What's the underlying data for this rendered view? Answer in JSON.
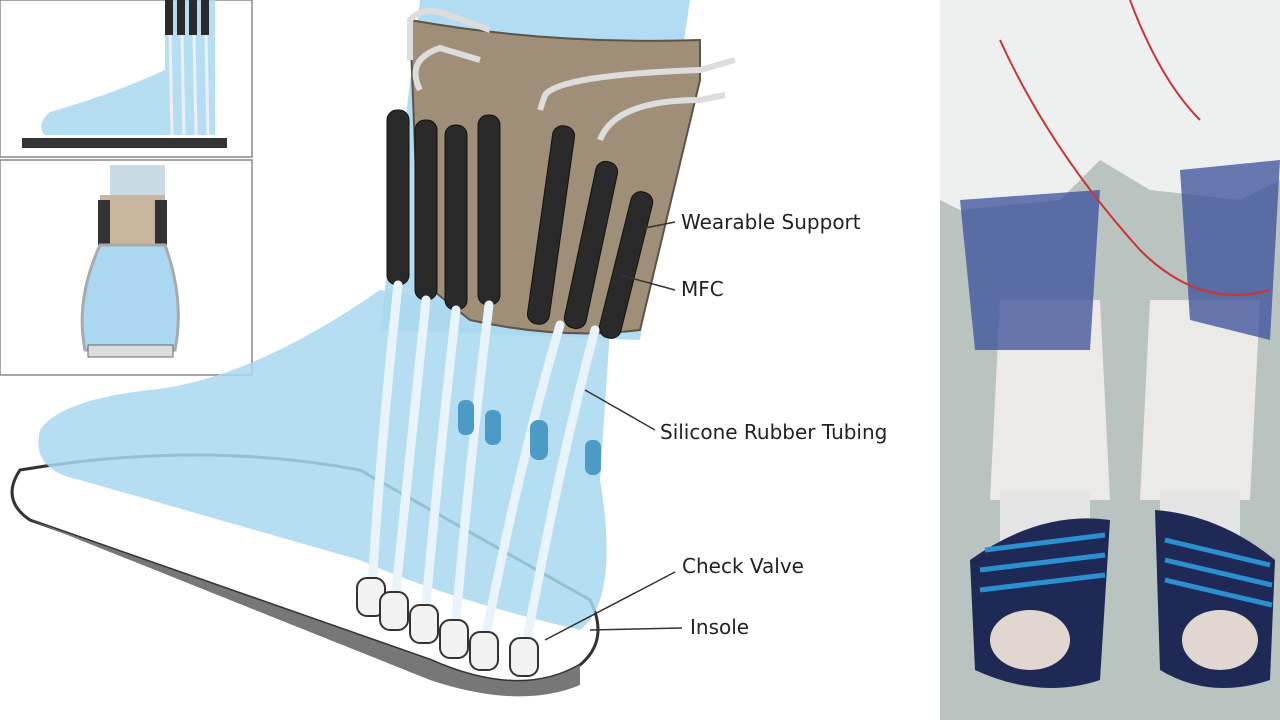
{
  "figure": {
    "labels": {
      "wearable_support": "Wearable Support",
      "mfc": "MFC",
      "tubing": "Silicone Rubber Tubing",
      "check_valve": "Check Valve",
      "insole": "Insole"
    },
    "colors": {
      "skin_blue": "#a9d8f0",
      "support_brown": "#a08f78",
      "mfc_black": "#2a2a2a",
      "photo_bg": "#b9c3c0",
      "net_blue": "#3a4f9a",
      "sandal_navy": "#1e2a55",
      "stripe_blue": "#2b8fd0"
    }
  }
}
